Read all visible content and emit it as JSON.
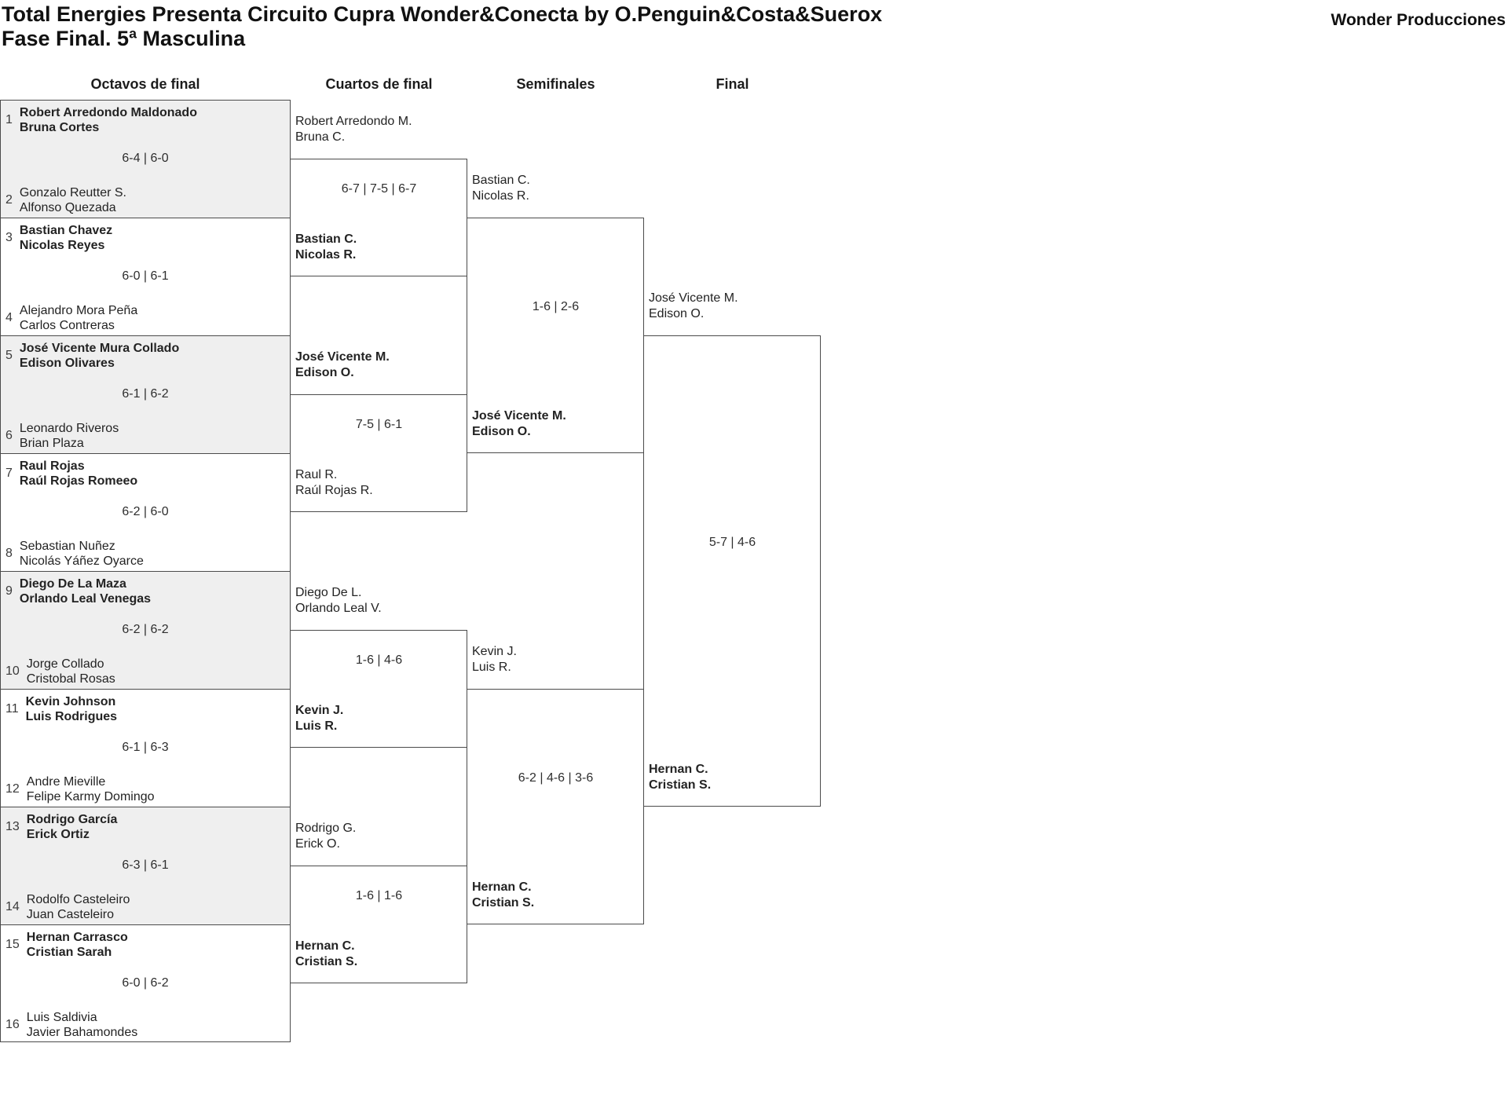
{
  "page": {
    "title_line1": "Total Energies Presenta Circuito Cupra Wonder&Conecta by O.Penguin&Costa&Suerox",
    "title_line2": "Fase Final. 5ª Masculina",
    "brand": "Wonder Producciones"
  },
  "round_headers": [
    "Octavos de final",
    "Cuartos de final",
    "Semifinales",
    "Final"
  ],
  "theme": {
    "background": "#ffffff",
    "row_alt_fill": "#efefef",
    "line_color": "#4b4b4b",
    "text_color": "#232323"
  },
  "octavos": [
    {
      "seed_top": "1",
      "team_top": [
        "Robert Arredondo Maldonado",
        "Bruna Cortes"
      ],
      "top_winner": true,
      "score": "6-4 | 6-0",
      "seed_bottom": "2",
      "team_bottom": [
        "Gonzalo Reutter S.",
        "Alfonso Quezada"
      ],
      "bottom_winner": false
    },
    {
      "seed_top": "3",
      "team_top": [
        "Bastian Chavez",
        "Nicolas Reyes"
      ],
      "top_winner": true,
      "score": "6-0 | 6-1",
      "seed_bottom": "4",
      "team_bottom": [
        "Alejandro Mora Peña",
        "Carlos Contreras"
      ],
      "bottom_winner": false
    },
    {
      "seed_top": "5",
      "team_top": [
        "José Vicente Mura Collado",
        "Edison Olivares"
      ],
      "top_winner": true,
      "score": "6-1 | 6-2",
      "seed_bottom": "6",
      "team_bottom": [
        "Leonardo Riveros",
        "Brian Plaza"
      ],
      "bottom_winner": false
    },
    {
      "seed_top": "7",
      "team_top": [
        "Raul Rojas",
        "Raúl Rojas Romeeo"
      ],
      "top_winner": true,
      "score": "6-2 | 6-0",
      "seed_bottom": "8",
      "team_bottom": [
        "Sebastian Nuñez",
        "Nicolás Yáñez Oyarce"
      ],
      "bottom_winner": false
    },
    {
      "seed_top": "9",
      "team_top": [
        "Diego De La Maza",
        "Orlando Leal Venegas"
      ],
      "top_winner": true,
      "score": "6-2 | 6-2",
      "seed_bottom": "10",
      "team_bottom": [
        "Jorge Collado",
        "Cristobal Rosas"
      ],
      "bottom_winner": false
    },
    {
      "seed_top": "11",
      "team_top": [
        "Kevin Johnson",
        "Luis Rodrigues"
      ],
      "top_winner": true,
      "score": "6-1 | 6-3",
      "seed_bottom": "12",
      "team_bottom": [
        "Andre Mieville",
        "Felipe Karmy Domingo"
      ],
      "bottom_winner": false
    },
    {
      "seed_top": "13",
      "team_top": [
        "Rodrigo García",
        "Erick Ortiz"
      ],
      "top_winner": true,
      "score": "6-3 | 6-1",
      "seed_bottom": "14",
      "team_bottom": [
        "Rodolfo Casteleiro",
        "Juan Casteleiro"
      ],
      "bottom_winner": false
    },
    {
      "seed_top": "15",
      "team_top": [
        "Hernan Carrasco",
        "Cristian Sarah"
      ],
      "top_winner": true,
      "score": "6-0 | 6-2",
      "seed_bottom": "16",
      "team_bottom": [
        "Luis Saldivia",
        "Javier Bahamondes"
      ],
      "bottom_winner": false
    }
  ],
  "cuartos": [
    {
      "team_top": [
        "Robert Arredondo M.",
        "Bruna C."
      ],
      "top_winner": false,
      "score": "6-7 | 7-5 | 6-7",
      "team_bottom": [
        "Bastian C.",
        "Nicolas R."
      ],
      "bottom_winner": true
    },
    {
      "team_top": [
        "José Vicente M.",
        "Edison O."
      ],
      "top_winner": true,
      "score": "7-5 | 6-1",
      "team_bottom": [
        "Raul R.",
        "Raúl Rojas R."
      ],
      "bottom_winner": false
    },
    {
      "team_top": [
        "Diego De L.",
        "Orlando Leal V."
      ],
      "top_winner": false,
      "score": "1-6 | 4-6",
      "team_bottom": [
        "Kevin J.",
        "Luis R."
      ],
      "bottom_winner": true
    },
    {
      "team_top": [
        "Rodrigo G.",
        "Erick O."
      ],
      "top_winner": false,
      "score": "1-6 | 1-6",
      "team_bottom": [
        "Hernan C.",
        "Cristian S."
      ],
      "bottom_winner": true
    }
  ],
  "semifinales": [
    {
      "team_top": [
        "Bastian C.",
        "Nicolas R."
      ],
      "top_winner": false,
      "score": "1-6 | 2-6",
      "team_bottom": [
        "José Vicente M.",
        "Edison O."
      ],
      "bottom_winner": true
    },
    {
      "team_top": [
        "Kevin J.",
        "Luis R."
      ],
      "top_winner": false,
      "score": "6-2 | 4-6 | 3-6",
      "team_bottom": [
        "Hernan C.",
        "Cristian S."
      ],
      "bottom_winner": true
    }
  ],
  "final": [
    {
      "team_top": [
        "José Vicente M.",
        "Edison O."
      ],
      "top_winner": false,
      "score": "5-7 | 4-6",
      "team_bottom": [
        "Hernan C.",
        "Cristian S."
      ],
      "bottom_winner": true
    }
  ]
}
